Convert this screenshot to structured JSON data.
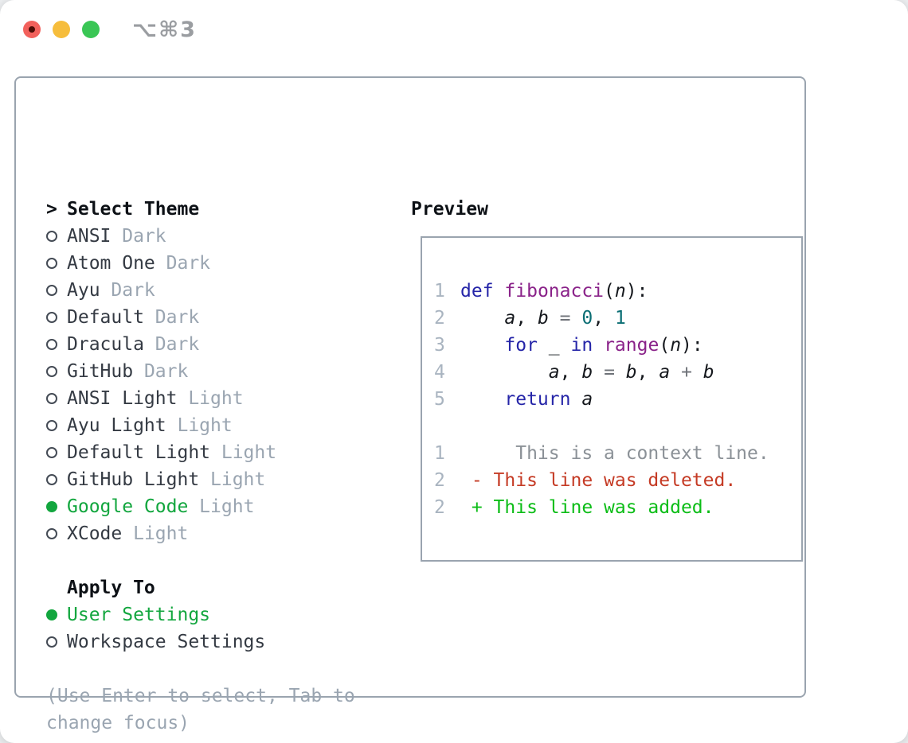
{
  "window": {
    "title": "⌥⌘3",
    "traffic_lights": [
      {
        "name": "close",
        "color": "#f2615c"
      },
      {
        "name": "minimize",
        "color": "#f6bd3c"
      },
      {
        "name": "zoom",
        "color": "#3ac655"
      }
    ]
  },
  "theme_panel": {
    "prompt": ">",
    "header": "Select Theme",
    "themes": [
      {
        "name": "ANSI",
        "variant": "Dark",
        "selected": false
      },
      {
        "name": "Atom One",
        "variant": "Dark",
        "selected": false
      },
      {
        "name": "Ayu",
        "variant": "Dark",
        "selected": false
      },
      {
        "name": "Default",
        "variant": "Dark",
        "selected": false
      },
      {
        "name": "Dracula",
        "variant": "Dark",
        "selected": false
      },
      {
        "name": "GitHub",
        "variant": "Dark",
        "selected": false
      },
      {
        "name": "ANSI Light",
        "variant": "Light",
        "selected": false
      },
      {
        "name": "Ayu Light",
        "variant": "Light",
        "selected": false
      },
      {
        "name": "Default Light",
        "variant": "Light",
        "selected": false
      },
      {
        "name": "GitHub Light",
        "variant": "Light",
        "selected": false
      },
      {
        "name": "Google Code",
        "variant": "Light",
        "selected": true
      },
      {
        "name": "XCode",
        "variant": "Light",
        "selected": false
      }
    ],
    "apply_to": {
      "header": "Apply To",
      "options": [
        {
          "label": "User Settings",
          "selected": true
        },
        {
          "label": "Workspace Settings",
          "selected": false
        }
      ]
    },
    "hint_lines": [
      "(Use Enter to select, Tab to",
      "change focus)"
    ]
  },
  "preview": {
    "header": "Preview",
    "lines": [
      {
        "number": "1",
        "kind": "code",
        "tokens": [
          [
            "kw",
            "def"
          ],
          [
            "plain",
            " "
          ],
          [
            "fn",
            "fibonacci"
          ],
          [
            "punct",
            "("
          ],
          [
            "var",
            "n"
          ],
          [
            "punct",
            "):"
          ]
        ]
      },
      {
        "number": "2",
        "kind": "code",
        "tokens": [
          [
            "plain",
            "    "
          ],
          [
            "var",
            "a"
          ],
          [
            "punct",
            ", "
          ],
          [
            "var",
            "b"
          ],
          [
            "plain",
            " "
          ],
          [
            "op",
            "="
          ],
          [
            "plain",
            " "
          ],
          [
            "num",
            "0"
          ],
          [
            "punct",
            ", "
          ],
          [
            "num",
            "1"
          ]
        ]
      },
      {
        "number": "3",
        "kind": "code",
        "tokens": [
          [
            "plain",
            "    "
          ],
          [
            "kw",
            "for"
          ],
          [
            "plain",
            " "
          ],
          [
            "var",
            "_"
          ],
          [
            "plain",
            " "
          ],
          [
            "kw",
            "in"
          ],
          [
            "plain",
            " "
          ],
          [
            "fn",
            "range"
          ],
          [
            "punct",
            "("
          ],
          [
            "var",
            "n"
          ],
          [
            "punct",
            "):"
          ]
        ]
      },
      {
        "number": "4",
        "kind": "code",
        "tokens": [
          [
            "plain",
            "        "
          ],
          [
            "var",
            "a"
          ],
          [
            "punct",
            ", "
          ],
          [
            "var",
            "b"
          ],
          [
            "plain",
            " "
          ],
          [
            "op",
            "="
          ],
          [
            "plain",
            " "
          ],
          [
            "var",
            "b"
          ],
          [
            "punct",
            ", "
          ],
          [
            "var",
            "a"
          ],
          [
            "plain",
            " "
          ],
          [
            "op",
            "+"
          ],
          [
            "plain",
            " "
          ],
          [
            "var",
            "b"
          ]
        ]
      },
      {
        "number": "5",
        "kind": "code",
        "tokens": [
          [
            "plain",
            "    "
          ],
          [
            "kw",
            "return"
          ],
          [
            "plain",
            " "
          ],
          [
            "var",
            "a"
          ]
        ]
      },
      {
        "number": "",
        "kind": "blank",
        "tokens": []
      },
      {
        "number": "1",
        "kind": "context",
        "tokens": [
          [
            "ctx",
            "     This is a context line."
          ]
        ]
      },
      {
        "number": "2",
        "kind": "deleted",
        "tokens": [
          [
            "del",
            " - This line was deleted."
          ]
        ]
      },
      {
        "number": "2",
        "kind": "added",
        "tokens": [
          [
            "add",
            " + This line was added."
          ]
        ]
      }
    ]
  },
  "colors": {
    "accent_green": "#12a63e",
    "added_green": "#0cbd17",
    "deleted_red": "#c53b25",
    "keyword_navy": "#2525a8",
    "function_purple": "#8a2289",
    "number_teal": "#0b6e74",
    "muted_gray": "#9aa5b1",
    "border_gray": "#9aa4af"
  }
}
